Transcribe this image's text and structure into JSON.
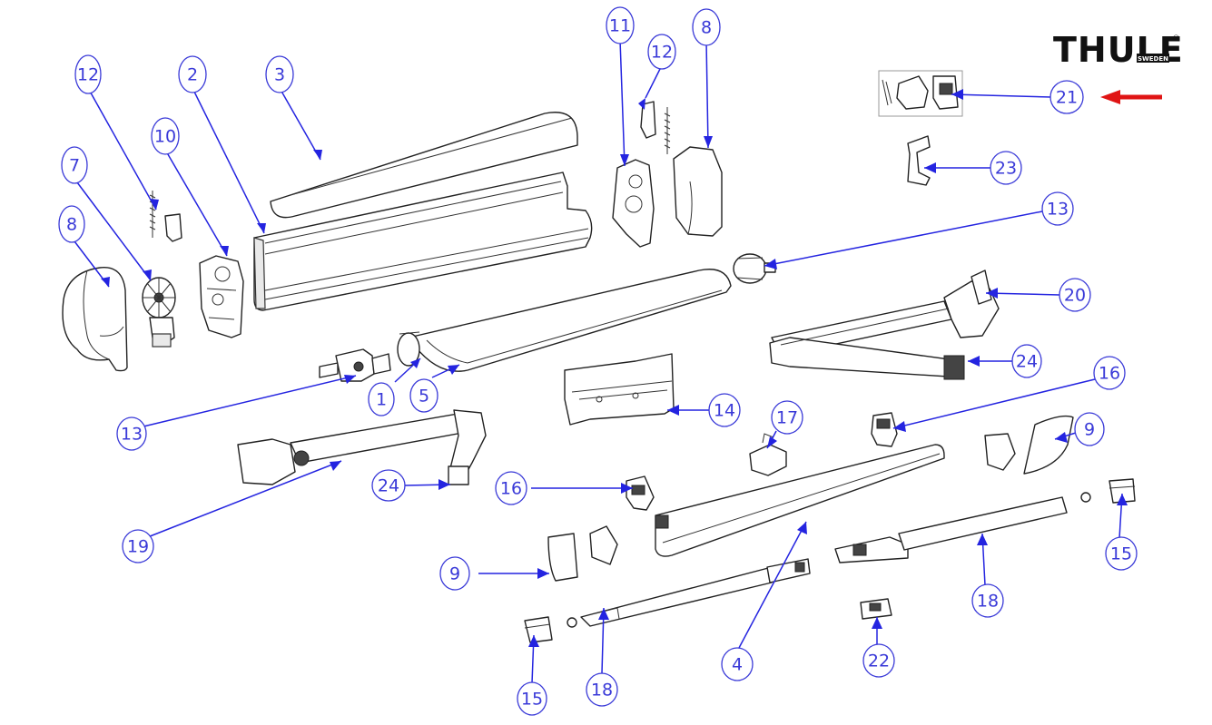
{
  "logo": {
    "brand": "THULE",
    "sub": "SWEDEN",
    "mark": "®"
  },
  "callouts": [
    {
      "id": "c12a",
      "label": "12"
    },
    {
      "id": "c2",
      "label": "2"
    },
    {
      "id": "c3",
      "label": "3"
    },
    {
      "id": "c10",
      "label": "10"
    },
    {
      "id": "c7",
      "label": "7"
    },
    {
      "id": "c8a",
      "label": "8"
    },
    {
      "id": "c11",
      "label": "11"
    },
    {
      "id": "c12b",
      "label": "12"
    },
    {
      "id": "c8b",
      "label": "8"
    },
    {
      "id": "c21",
      "label": "21"
    },
    {
      "id": "c23",
      "label": "23"
    },
    {
      "id": "c13b",
      "label": "13"
    },
    {
      "id": "c20",
      "label": "20"
    },
    {
      "id": "c24b",
      "label": "24"
    },
    {
      "id": "c13a",
      "label": "13"
    },
    {
      "id": "c1",
      "label": "1"
    },
    {
      "id": "c5",
      "label": "5"
    },
    {
      "id": "c14",
      "label": "14"
    },
    {
      "id": "c16b",
      "label": "16"
    },
    {
      "id": "c17",
      "label": "17"
    },
    {
      "id": "c9b",
      "label": "9"
    },
    {
      "id": "c24a",
      "label": "24"
    },
    {
      "id": "c16a",
      "label": "16"
    },
    {
      "id": "c19",
      "label": "19"
    },
    {
      "id": "c15b",
      "label": "15"
    },
    {
      "id": "c9a",
      "label": "9"
    },
    {
      "id": "c18b",
      "label": "18"
    },
    {
      "id": "c4",
      "label": "4"
    },
    {
      "id": "c22",
      "label": "22"
    },
    {
      "id": "c15a",
      "label": "15"
    },
    {
      "id": "c18a",
      "label": "18"
    }
  ],
  "colors": {
    "callout": "#3a3ad8",
    "leader": "#2424e0",
    "highlight_arrow": "#e01414",
    "line_art": "#222222"
  }
}
